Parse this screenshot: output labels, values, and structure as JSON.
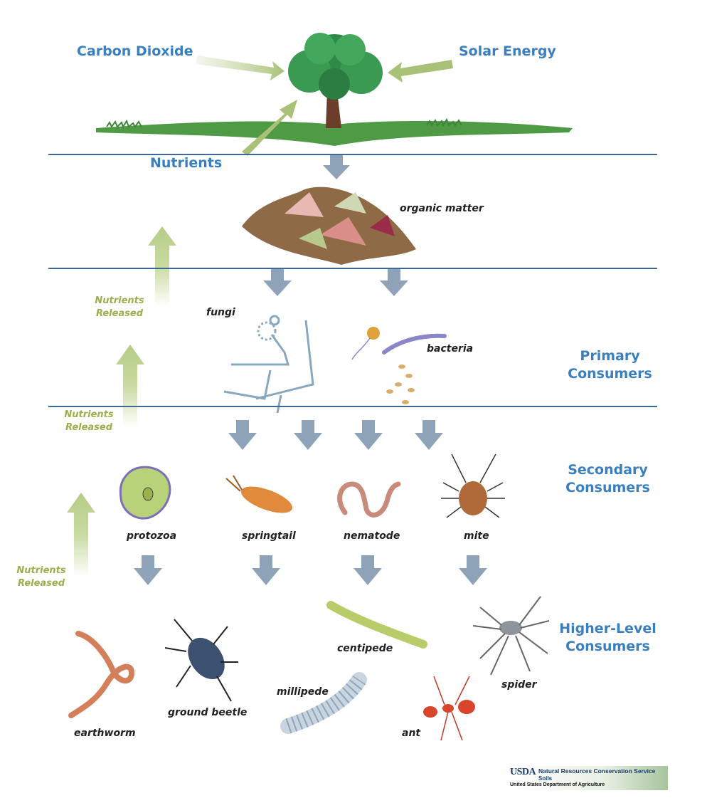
{
  "inputs": {
    "carbon_dioxide": "Carbon Dioxide",
    "solar_energy": "Solar Energy",
    "nutrients": "Nutrients"
  },
  "organisms": {
    "organic_matter": "organic matter",
    "fungi": "fungi",
    "bacteria": "bacteria",
    "protozoa": "protozoa",
    "springtail": "springtail",
    "nematode": "nematode",
    "mite": "mite",
    "centipede": "centipede",
    "ground_beetle": "ground beetle",
    "millipede": "millipede",
    "spider": "spider",
    "earthworm": "earthworm",
    "ant": "ant"
  },
  "tiers": {
    "primary": [
      "Primary",
      "Consumers"
    ],
    "secondary": [
      "Secondary",
      "Consumers"
    ],
    "higher": [
      "Higher-Level",
      "Consumers"
    ]
  },
  "nutrients_released": [
    "Nutrients",
    "Released"
  ],
  "credit": {
    "logo": "USDA",
    "agency": "Natural Resources Conservation Service",
    "program": "Soils",
    "department": "United States Department of Agriculture"
  },
  "colors": {
    "tier_blue": "#3a7fbf",
    "divider": "#3d6b96",
    "flow_arrow": "#8fa3b8",
    "nutrient_green": "#9bb04c"
  }
}
